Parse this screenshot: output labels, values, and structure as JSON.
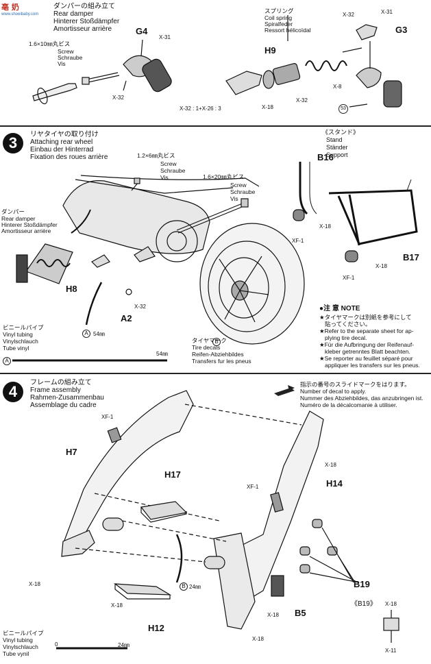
{
  "watermark": {
    "line1": "亳 奶",
    "line2": "www.shoeibaby.com"
  },
  "step2": {
    "title_jp": "ダンパーの組み立て",
    "title_en": "Rear damper",
    "title_de": "Hinterer Stoßdämpfer",
    "title_fr": "Amortisseur arrière",
    "screw": [
      "1.6×10㎜丸ビス",
      "Screw",
      "Schraube",
      "Vis"
    ],
    "spring": [
      "スプリング",
      "Coil spring",
      "Spiralfeder",
      "Ressort hélicoïdal"
    ],
    "parts": {
      "g4": "G4",
      "g3": "G3",
      "h9": "H9",
      "p53": "53"
    },
    "x": {
      "x31a": "X-31",
      "x32a": "X-32",
      "x32b": "X-32",
      "x32c": "X-32",
      "x31b": "X-31",
      "x18a": "X-18",
      "x8": "X-8",
      "ratio": "X-32 : 1+X-26 : 3"
    }
  },
  "step3": {
    "num": "3",
    "title_jp": "リヤタイヤの取り付け",
    "title_en": "Attaching rear wheel",
    "title_de": "Einbau der Hinterrad",
    "title_fr": "Fixation des roues arrière",
    "screw1": [
      "1.2×6㎜丸ビス",
      "Screw",
      "Schraube",
      "Vis"
    ],
    "screw2": [
      "1.6×20㎜丸ビス",
      "Screw",
      "Schraube",
      "Vis"
    ],
    "damper": [
      "ダンパー",
      "Rear damper",
      "Hinterer Stoßdämpfer",
      "Amortisseur arrière"
    ],
    "stand": [
      "《スタンド》",
      "Stand",
      "Ständer",
      "Support"
    ],
    "tire": [
      "タイヤマーク",
      "Tire decals",
      "Reifen-Abziehbildes",
      "Transfers fur les pneus"
    ],
    "tire_mark": "B",
    "vinyl": [
      "ビニールパイプ",
      "Vinyl tubing",
      "Vinylschlauch",
      "Tube vinyl"
    ],
    "parts": {
      "b16": "B16",
      "b17": "B17",
      "h8": "H8",
      "a2": "A2"
    },
    "x": {
      "x18a": "X-18",
      "x18b": "X-18",
      "x32": "X-32",
      "xf1a": "XF-1",
      "xf1b": "XF-1"
    },
    "tube_a": "A",
    "tube_len": "54㎜",
    "scale_len": "54㎜",
    "note_title": "●注 意  NOTE",
    "note_lines": [
      "★タイヤマークは別紙を参考にして",
      "貼ってください。",
      "★Refer to the separate sheet for ap-",
      "plying tire decal.",
      "★Für die Aufbringung der Reifenauf-",
      "kleber getrenntes Blatt beachten.",
      "★Se reporter au feuillet séparé pour",
      "appliquer les transfers sur les pneus."
    ]
  },
  "step4": {
    "num": "4",
    "title_jp": "フレームの組み立て",
    "title_en": "Frame assembly",
    "title_de": "Rahmen-Zusammenbau",
    "title_fr": "Assemblage du cadre",
    "decal_note": [
      "指示の番号のスライドマークをはります。",
      "Number of decal to apply.",
      "Nummer des Abziehbildes, das anzubringen ist.",
      "Numéro de la décalcomanie à utiliser."
    ],
    "parts": {
      "h7": "H7",
      "h17": "H17",
      "h14": "H14",
      "h12": "H12",
      "b19": "B19",
      "b5": "B5",
      "b19box": "《B19》"
    },
    "x": {
      "xf1a": "XF-1",
      "xf1b": "XF-1",
      "x18a": "X-18",
      "x18b": "X-18",
      "x18c": "X-18",
      "x18d": "X-18",
      "x18e": "X-18",
      "x18f": "X-18",
      "x11": "X-11"
    },
    "tube_b": "B",
    "tube_len": "24㎜",
    "vinyl": [
      "ビニールパイプ",
      "Vinyl tubing",
      "Vinylschlauch",
      "Tube vynil"
    ],
    "scale_zero": "0",
    "scale_len": "24㎜"
  }
}
